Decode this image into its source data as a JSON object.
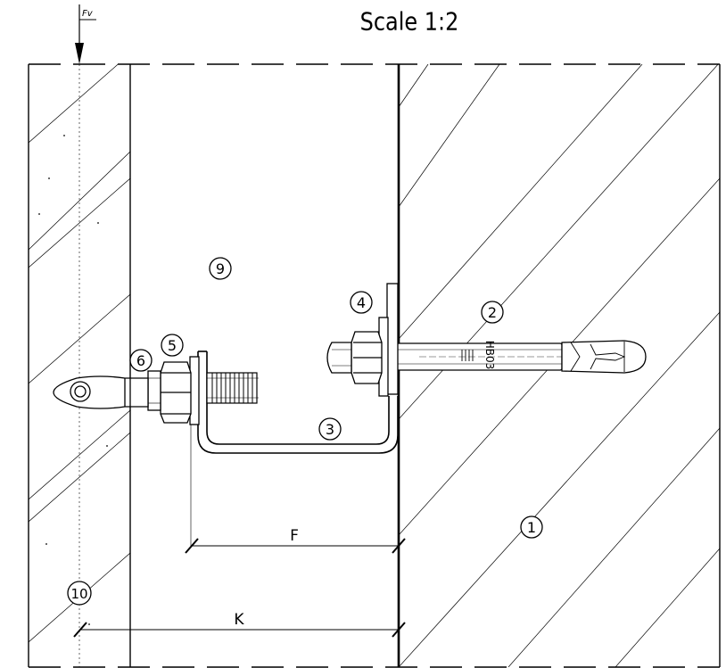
{
  "title": "Scale 1:2",
  "force_label": "Fv",
  "dimensions": {
    "f": "F",
    "k": "K"
  },
  "anchor_marking": "HB03",
  "callouts": {
    "c1": "1",
    "c2": "2",
    "c3": "3",
    "c4": "4",
    "c5": "5",
    "c6": "6",
    "c9": "9",
    "c10": "10"
  },
  "colors": {
    "ink": "#000000",
    "background": "#ffffff"
  }
}
